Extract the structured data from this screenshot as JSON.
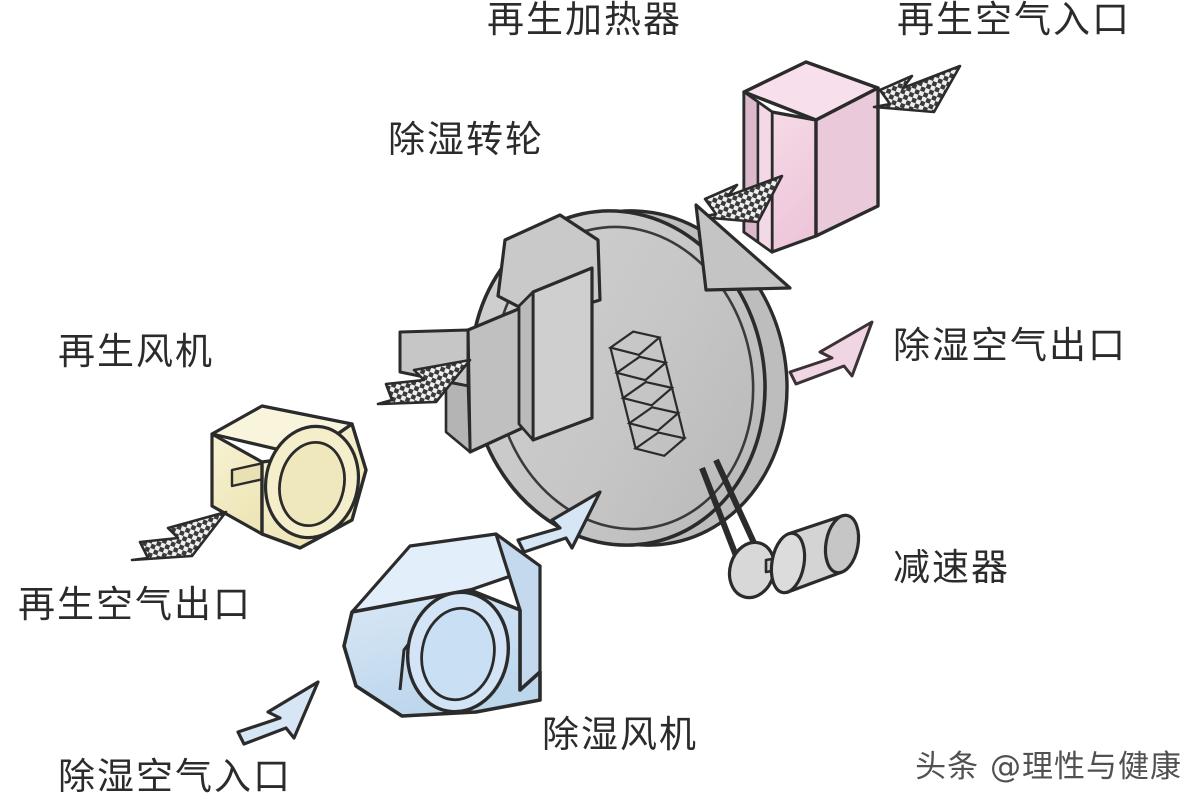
{
  "diagram": {
    "title_caption": "",
    "background_color": "#ffffff",
    "labels": [
      {
        "id": "regen-heater",
        "text": "再生加热器",
        "meaning": "Regeneration Heater"
      },
      {
        "id": "regen-air-in",
        "text": "再生空气入口",
        "meaning": "Regeneration Air Inlet"
      },
      {
        "id": "rotor",
        "text": "除湿转轮",
        "meaning": "Dehumidifying Rotor"
      },
      {
        "id": "regen-fan",
        "text": "再生风机",
        "meaning": "Regeneration Fan"
      },
      {
        "id": "dehum-air-out",
        "text": "除湿空气出口",
        "meaning": "Dehumidified Air Outlet"
      },
      {
        "id": "reducer",
        "text": "减速器",
        "meaning": "Speed Reducer"
      },
      {
        "id": "regen-air-out",
        "text": "再生空气出口",
        "meaning": "Regeneration Air Outlet"
      },
      {
        "id": "dehum-fan",
        "text": "除湿风机",
        "meaning": "Dehumidifying Fan"
      },
      {
        "id": "dehum-air-in",
        "text": "除湿空气入口",
        "meaning": "Dehumidified Air Inlet"
      }
    ],
    "components": [
      {
        "id": "rotor-wheel",
        "name": "dehumidifying-rotor-wheel",
        "color": "#c8c8c8"
      },
      {
        "id": "heater-box",
        "name": "regeneration-heater-box",
        "color": "#f2d2e0"
      },
      {
        "id": "regen-blower",
        "name": "regeneration-fan-housing",
        "color": "#f5f0c8"
      },
      {
        "id": "dehum-blower",
        "name": "dehumidifying-fan-housing",
        "color": "#cde0f2"
      },
      {
        "id": "gear-reducer",
        "name": "speed-reducer-motor",
        "color": "#d6d6d6"
      }
    ],
    "arrows": [
      {
        "id": "regen-in-arrow",
        "name": "regeneration-air-inlet-arrow",
        "style": "checkered",
        "color": "#4a4a4a"
      },
      {
        "id": "regen-to-rotor",
        "name": "regeneration-heated-air-arrow",
        "style": "checkered",
        "color": "#4a4a4a"
      },
      {
        "id": "regen-out-rotor",
        "name": "regeneration-air-from-rotor-arrow",
        "style": "checkered",
        "color": "#4a4a4a"
      },
      {
        "id": "regen-out-arrow",
        "name": "regeneration-air-outlet-arrow",
        "style": "checkered",
        "color": "#4a4a4a"
      },
      {
        "id": "dehum-out-arrow",
        "name": "dehumidified-air-outlet-arrow",
        "style": "solid",
        "color": "#eed4de"
      },
      {
        "id": "dehum-in-rotor",
        "name": "dehumidified-air-into-rotor-arrow",
        "style": "solid",
        "color": "#d6e6f4"
      },
      {
        "id": "dehum-in-arrow",
        "name": "dehumidified-air-inlet-arrow",
        "style": "solid",
        "color": "#d6e6f4"
      }
    ],
    "watermark": {
      "text": "头条 @理性与健康"
    }
  }
}
